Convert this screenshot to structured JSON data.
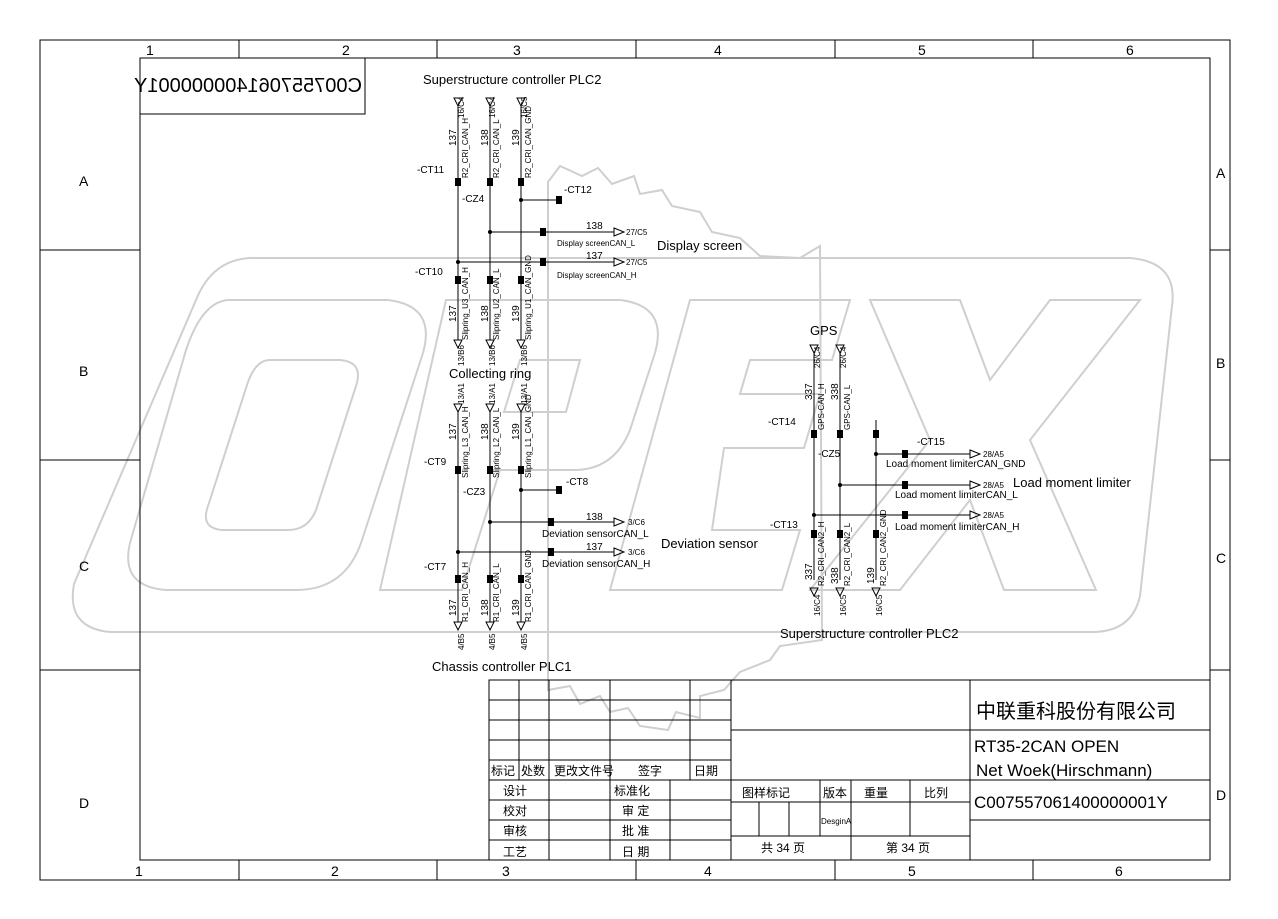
{
  "grid": {
    "columns": [
      "1",
      "2",
      "3",
      "4",
      "5",
      "6"
    ],
    "rows": [
      "A",
      "B",
      "C",
      "D"
    ]
  },
  "doc_number_mirrored": "C007557061400000001Y",
  "watermark": "OPEX",
  "labels": {
    "plc2_top": "Superstructure controller PLC2",
    "display_screen": "Display screen",
    "collecting_ring": "Collecting ring",
    "deviation_sensor": "Deviation sensor",
    "chassis_plc1": "Chassis controller PLC1",
    "gps": "GPS",
    "load_moment_limiter": "Load moment limiter",
    "plc2_bottom": "Superstructure controller PLC2"
  },
  "connectors": {
    "ct11": "-CT11",
    "cz4": "-CZ4",
    "ct12": "-CT12",
    "ct10": "-CT10",
    "ct9": "-CT9",
    "cz3": "-CZ3",
    "ct8": "-CT8",
    "ct7": "-CT7",
    "ct14": "-CT14",
    "cz5": "-CZ5",
    "ct15": "-CT15",
    "ct13": "-CT13"
  },
  "signals": {
    "top_plc2": [
      "R2_CRI_CAN_H",
      "R2_CRI_CAN_L",
      "R2_CRI_CAN_GND"
    ],
    "slipring_u": [
      "Slipring_U3_CAN_H",
      "Slipring_U2_CAN_L",
      "Slipring_U1_CAN_GND"
    ],
    "slipring_l": [
      "Slipring_L3_CAN_H",
      "Slipring_L2_CAN_L",
      "Slipring_L1_CAN_GND"
    ],
    "chassis": [
      "R1_CRI_CAN_H",
      "R1_CRI_CAN_L",
      "R1_CRI_CAN_GND"
    ],
    "gps": [
      "GPS-CAN_H",
      "GPS-CAN_L"
    ],
    "bottom_plc2": [
      "R2_CRI_CAN2_H",
      "R2_CRI_CAN2_L",
      "R2_CRI_CAN2_GND"
    ]
  },
  "wire_numbers": {
    "w137": "137",
    "w138": "138",
    "w139": "139",
    "w337": "337",
    "w338": "338"
  },
  "refs": {
    "r16c4": "16/C4",
    "r16c5": "16/C5",
    "r13b6": "13/B6",
    "r13a1": "13/A1",
    "r4b5": "4/B5",
    "r27c5": "27/C5",
    "r3c6": "3/C6",
    "r26c4": "26/C4",
    "r28a5": "28/A5"
  },
  "branch_labels": {
    "display_can_l": "Display screenCAN_L",
    "display_can_h": "Display screenCAN_H",
    "deviation_can_l": "Deviation sensorCAN_L",
    "deviation_can_h": "Deviation sensorCAN_H",
    "lml_gnd": "Load moment limiterCAN_GND",
    "lml_l": "Load moment limiterCAN_L",
    "lml_h": "Load moment limiterCAN_H"
  },
  "title_block": {
    "company": "中联重科股份有限公司",
    "drawing_title_1": "RT35-2CAN OPEN",
    "drawing_title_2": "Net Woek(Hirschmann)",
    "drawing_number": "C007557061400000001Y",
    "rev_headers": [
      "标记",
      "处数",
      "更改文件号",
      "签字",
      "日期"
    ],
    "roles": [
      "设计",
      "校对",
      "审核",
      "工艺"
    ],
    "approvals": [
      "标准化",
      "审 定",
      "批 准",
      "日 期"
    ],
    "mark_label": "图样标记",
    "version_label": "版本",
    "weight_label": "重量",
    "scale_label": "比列",
    "version_value": "DesginA",
    "total_pages": "共 34 页",
    "page_no": "第 34 页"
  }
}
